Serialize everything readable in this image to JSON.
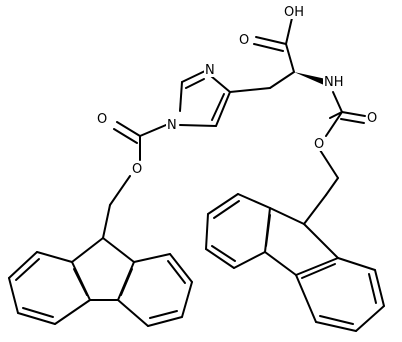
{
  "labels": {
    "oh": "OH",
    "o_carbonyl_acid": "O",
    "n_imidazole": "N",
    "n_ring_substituted": "N",
    "nh_amide": "NH",
    "o_carbamate_left_carbonyl": "O",
    "o_carbamate_left_ester": "O",
    "o_carbamate_right_carbonyl": "O",
    "o_carbamate_right_ester": "O"
  }
}
